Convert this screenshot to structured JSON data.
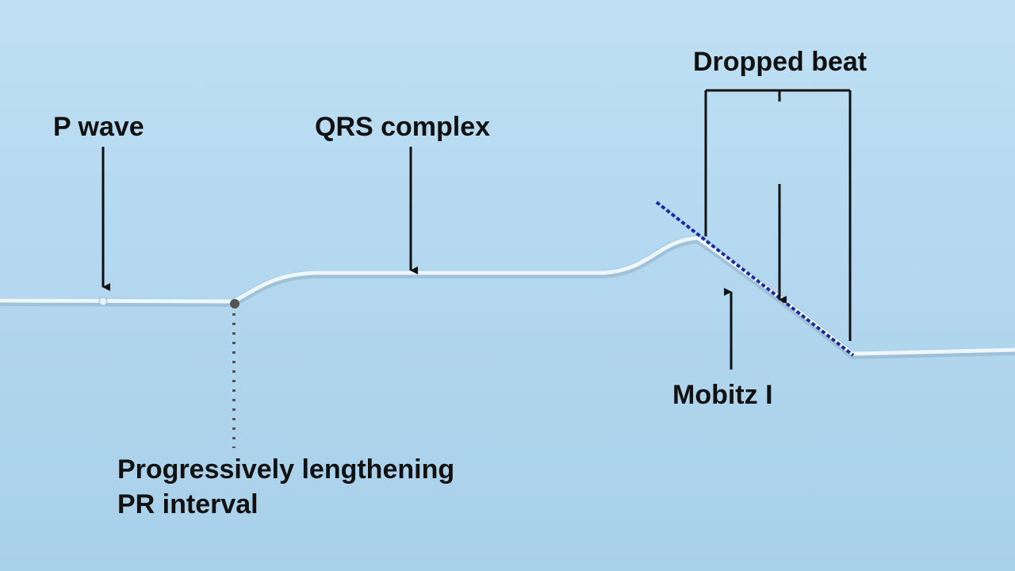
{
  "background": {
    "top_color": "#bfe0f3",
    "bottom_color": "#a9d0ea"
  },
  "colors": {
    "waveform": "#eef7fc",
    "waveform_shadow": "#8fb1c6",
    "arrow": "#111111",
    "dropped_beat_dash": "#1b2a9e",
    "pr_marker": "#555555"
  },
  "labels": {
    "p_wave": "P wave",
    "qrs_complex": "QRS complex",
    "dropped_beat": "Dropped beat",
    "mobitz": "Mobitz I",
    "pr_interval_line1": "Progressively lengthening",
    "pr_interval_line2": "PR interval"
  }
}
